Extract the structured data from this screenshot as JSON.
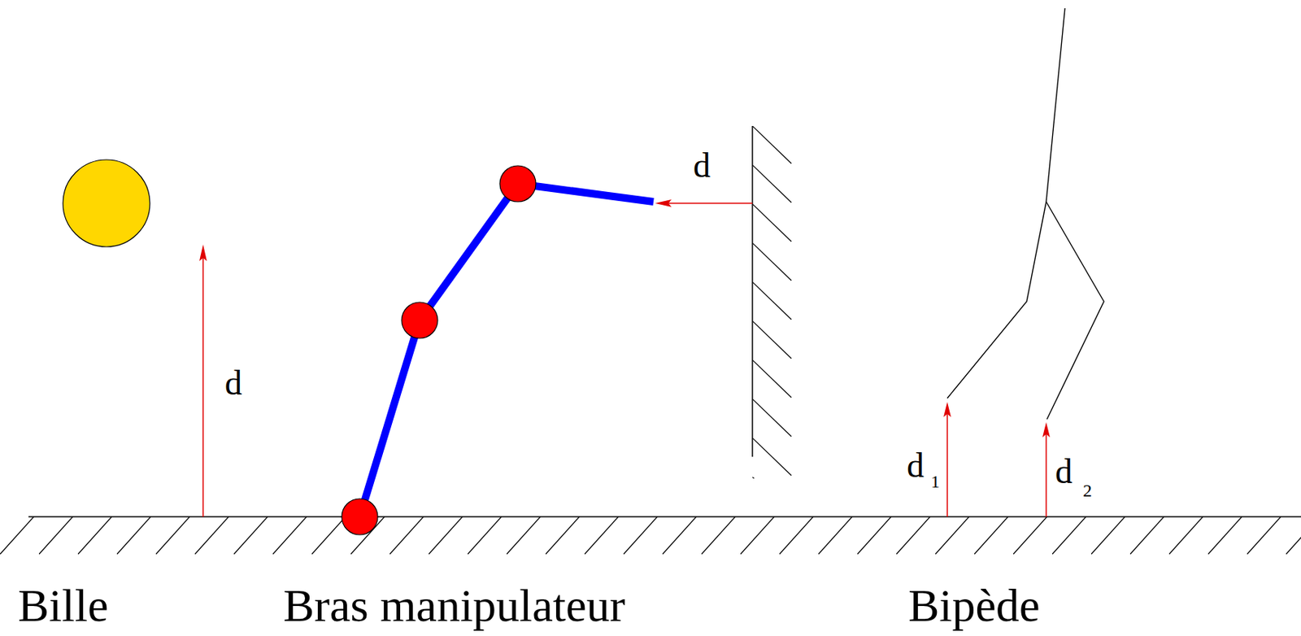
{
  "diagram": {
    "labels": [
      "d",
      "d",
      "d",
      "1",
      "d",
      "2",
      "Bille",
      "Bras manipulateur",
      "Bipède"
    ]
  }
}
